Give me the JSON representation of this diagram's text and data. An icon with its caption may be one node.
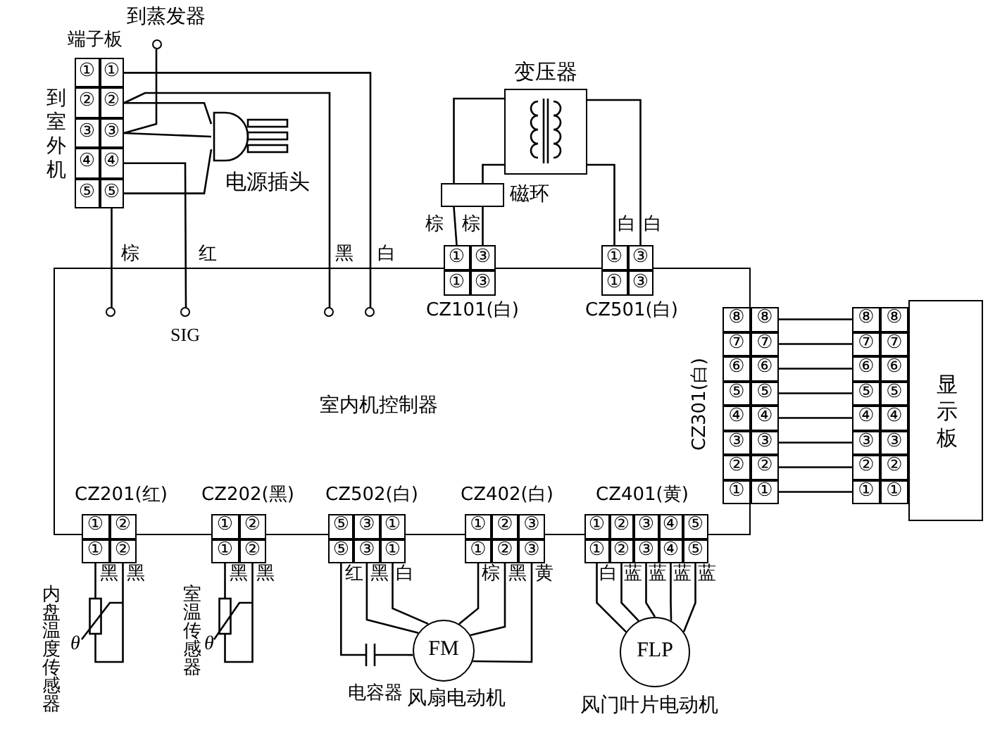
{
  "diagram": {
    "nodes": [
      {
        "text": [
          "室内机控制器"
        ]
      },
      {
        "text": [
          "端子板",
          "①",
          "①",
          "②",
          "②",
          "③",
          "③",
          "④",
          "④",
          "⑤",
          "⑤"
        ],
        "beside": [
          "到室外机"
        ]
      },
      {
        "text": [
          "到蒸发器"
        ]
      },
      {
        "text": [
          "电源插头"
        ]
      },
      {
        "text": [
          "变压器"
        ]
      },
      {
        "text": [
          "磁环"
        ]
      },
      {
        "text": [
          "CZ101(白)",
          "①",
          "③",
          "①",
          "③"
        ]
      },
      {
        "text": [
          "CZ501(白)",
          "①",
          "③",
          "①",
          "③"
        ]
      },
      {
        "text": [
          "CZ301(白)",
          "⑧",
          "⑧",
          "⑦",
          "⑦",
          "⑥",
          "⑥",
          "⑤",
          "⑤",
          "④",
          "④",
          "③",
          "③",
          "②",
          "②",
          "①",
          "①"
        ]
      },
      {
        "text": [
          "⑧",
          "⑧",
          "⑦",
          "⑦",
          "⑥",
          "⑥",
          "⑤",
          "⑤",
          "④",
          "④",
          "③",
          "③",
          "②",
          "②",
          "①",
          "①"
        ]
      },
      {
        "text": [
          "显示板"
        ]
      },
      {
        "text": [
          "CZ201(红)",
          "①",
          "②",
          "①",
          "②"
        ]
      },
      {
        "text": [
          "CZ202(黑)",
          "①",
          "②",
          "①",
          "②"
        ]
      },
      {
        "text": [
          "CZ502(白)",
          "⑤",
          "③",
          "①",
          "⑤",
          "③",
          "①"
        ]
      },
      {
        "text": [
          "CZ402(白)",
          "①",
          "②",
          "③",
          "①",
          "②",
          "③"
        ]
      },
      {
        "text": [
          "CZ401(黄)",
          "①",
          "②",
          "③",
          "④",
          "⑤",
          "①",
          "②",
          "③",
          "④",
          "⑤"
        ]
      },
      {
        "text": [
          "内盘温度传感器",
          "θ"
        ]
      },
      {
        "text": [
          "室温传感器",
          "θ"
        ]
      },
      {
        "text": [
          "电容器"
        ]
      },
      {
        "text": [
          "FM"
        ],
        "beside": [
          "风扇电动机"
        ]
      },
      {
        "text": [
          "FLP"
        ],
        "beside": [
          "风门叶片电动机"
        ]
      },
      {
        "text": [],
        "shape": "circle",
        "in": 0
      },
      {
        "text": [
          "SIG"
        ],
        "in": 0
      },
      {
        "text": [],
        "shape": "circle",
        "in": 0
      },
      {
        "text": [],
        "shape": "circle",
        "in": 0
      }
    ],
    "edges": [
      {
        "from": 1,
        "to": 21,
        "arrow": "none",
        "label": "棕"
      },
      {
        "from": 1,
        "to": 22,
        "arrow": "none",
        "label": "红"
      },
      {
        "from": 1,
        "to": 23,
        "arrow": "none",
        "label": "黑"
      },
      {
        "from": 1,
        "to": 24,
        "arrow": "none",
        "label": "白"
      },
      {
        "from": 2,
        "to": 1,
        "arrow": "none"
      },
      {
        "from": 1,
        "to": 3,
        "arrow": "none"
      },
      {
        "from": 1,
        "to": 3,
        "arrow": "none"
      },
      {
        "from": 1,
        "to": 3,
        "arrow": "none"
      },
      {
        "from": 4,
        "to": 5,
        "arrow": "none"
      },
      {
        "from": 4,
        "to": 5,
        "arrow": "none"
      },
      {
        "from": 5,
        "to": 6,
        "arrow": "none",
        "label": "棕"
      },
      {
        "from": 5,
        "to": 6,
        "arrow": "none",
        "label": "棕"
      },
      {
        "from": 4,
        "to": 7,
        "arrow": "none",
        "label": "白"
      },
      {
        "from": 4,
        "to": 7,
        "arrow": "none",
        "label": "白"
      },
      {
        "from": 8,
        "to": 9,
        "arrow": "none"
      },
      {
        "from": 8,
        "to": 9,
        "arrow": "none"
      },
      {
        "from": 8,
        "to": 9,
        "arrow": "none"
      },
      {
        "from": 8,
        "to": 9,
        "arrow": "none"
      },
      {
        "from": 8,
        "to": 9,
        "arrow": "none"
      },
      {
        "from": 8,
        "to": 9,
        "arrow": "none"
      },
      {
        "from": 8,
        "to": 9,
        "arrow": "none"
      },
      {
        "from": 8,
        "to": 9,
        "arrow": "none"
      },
      {
        "from": 11,
        "to": 16,
        "arrow": "none",
        "label": "黑"
      },
      {
        "from": 11,
        "to": 16,
        "arrow": "none",
        "label": "黑"
      },
      {
        "from": 12,
        "to": 17,
        "arrow": "none",
        "label": "黑"
      },
      {
        "from": 12,
        "to": 17,
        "arrow": "none",
        "label": "黑"
      },
      {
        "from": 13,
        "to": 18,
        "arrow": "none",
        "label": "红"
      },
      {
        "from": 18,
        "to": 19,
        "arrow": "none"
      },
      {
        "from": 13,
        "to": 19,
        "arrow": "none",
        "label": "黑"
      },
      {
        "from": 13,
        "to": 19,
        "arrow": "none",
        "label": "白"
      },
      {
        "from": 14,
        "to": 19,
        "arrow": "none",
        "label": "棕"
      },
      {
        "from": 14,
        "to": 19,
        "arrow": "none",
        "label": "黑"
      },
      {
        "from": 14,
        "to": 19,
        "arrow": "none",
        "label": "黄"
      },
      {
        "from": 15,
        "to": 20,
        "arrow": "none",
        "label": "白"
      },
      {
        "from": 15,
        "to": 20,
        "arrow": "none",
        "label": "蓝"
      },
      {
        "from": 15,
        "to": 20,
        "arrow": "none",
        "label": "蓝"
      },
      {
        "from": 15,
        "to": 20,
        "arrow": "none",
        "label": "蓝"
      },
      {
        "from": 15,
        "to": 20,
        "arrow": "none",
        "label": "蓝"
      }
    ]
  }
}
